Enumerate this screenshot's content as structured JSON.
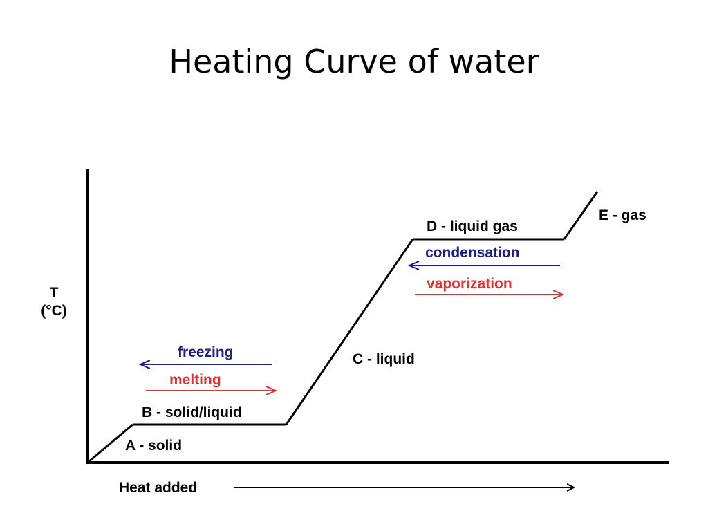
{
  "slide": {
    "title": "Heating Curve of water"
  },
  "colors": {
    "curve": "#000000",
    "process_cooling": "#1c1c8c",
    "process_heating": "#dd3333"
  },
  "chart_data": {
    "type": "line",
    "title": "",
    "ylabel_line1": "T",
    "ylabel_line2": "(°C)",
    "xlabel": "Heat added",
    "segments": [
      {
        "label": "A - solid"
      },
      {
        "label": "B - solid/liquid"
      },
      {
        "label": "C - liquid"
      },
      {
        "label": "D - liquid gas"
      },
      {
        "label": "E - gas"
      }
    ],
    "phase_changes": [
      {
        "plateau": "B",
        "cooling_label": "freezing",
        "heating_label": "melting"
      },
      {
        "plateau": "D",
        "cooling_label": "condensation",
        "heating_label": "vaporization"
      }
    ]
  }
}
